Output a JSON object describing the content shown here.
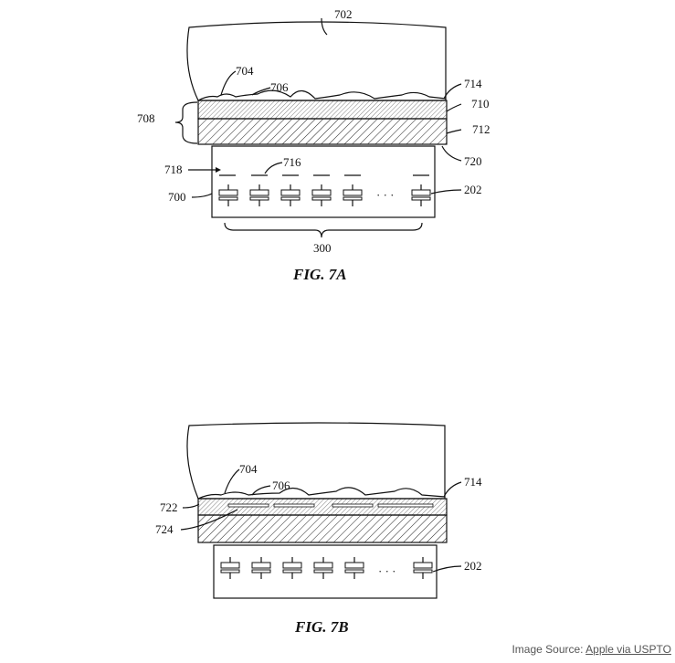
{
  "fig_a": {
    "caption": "FIG. 7A",
    "labels": {
      "l702": "702",
      "l704": "704",
      "l706": "706",
      "l714": "714",
      "l710": "710",
      "l708": "708",
      "l712": "712",
      "l720": "720",
      "l718": "718",
      "l716": "716",
      "l700": "700",
      "l202": "202",
      "l300": "300",
      "ellipsis": "· · ·"
    }
  },
  "fig_b": {
    "caption": "FIG. 7B",
    "labels": {
      "l704": "704",
      "l706": "706",
      "l714": "714",
      "l722": "722",
      "l724": "724",
      "l202": "202",
      "ellipsis": "· · ·"
    }
  },
  "source": {
    "prefix": "Image Source: ",
    "link_text": "Apple via USPTO"
  }
}
